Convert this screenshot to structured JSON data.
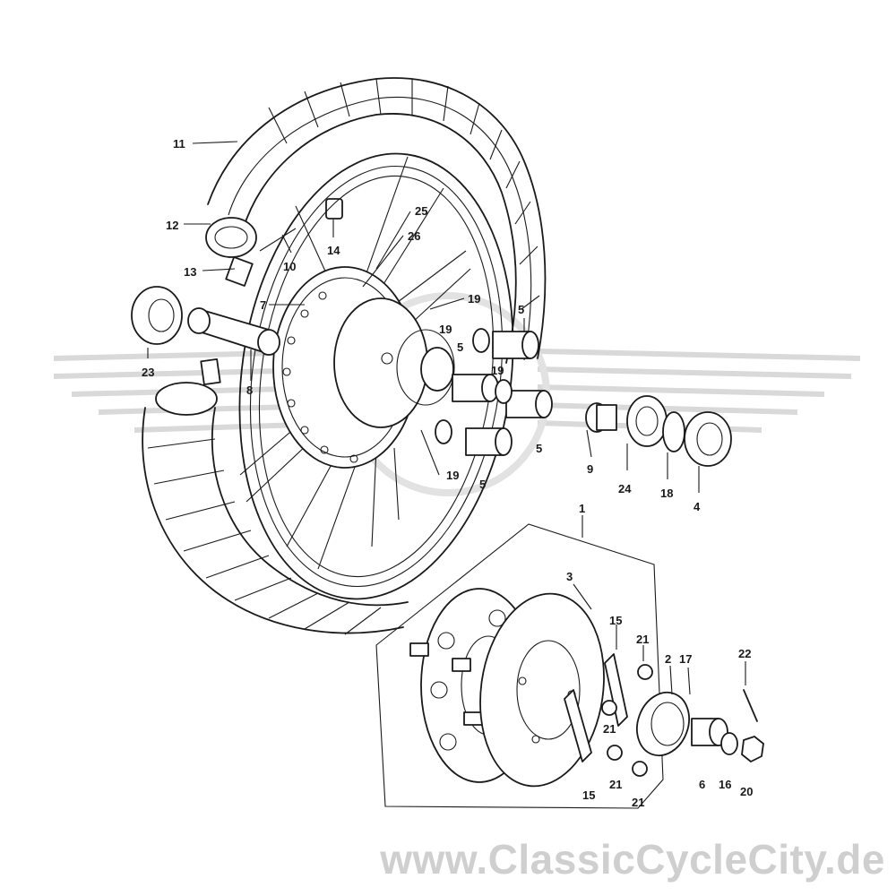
{
  "watermark": "www.ClassicCycleCity.de",
  "colors": {
    "ink": "#1a1a1a",
    "watermark": "#cfcfcf",
    "background": "#ffffff"
  },
  "callouts": [
    {
      "id": "c11a",
      "text": "11"
    },
    {
      "id": "c12",
      "text": "12"
    },
    {
      "id": "c13",
      "text": "13"
    },
    {
      "id": "c10",
      "text": "10"
    },
    {
      "id": "c14",
      "text": "14"
    },
    {
      "id": "c25",
      "text": "25"
    },
    {
      "id": "c26",
      "text": "26"
    },
    {
      "id": "c7",
      "text": "7"
    },
    {
      "id": "c23",
      "text": "23"
    },
    {
      "id": "c8",
      "text": "8"
    },
    {
      "id": "c19a",
      "text": "19"
    },
    {
      "id": "c19b",
      "text": "19"
    },
    {
      "id": "c19c",
      "text": "19"
    },
    {
      "id": "c19d",
      "text": "19"
    },
    {
      "id": "c5a",
      "text": "5"
    },
    {
      "id": "c5b",
      "text": "5"
    },
    {
      "id": "c5c",
      "text": "5"
    },
    {
      "id": "c5d",
      "text": "5"
    },
    {
      "id": "c9",
      "text": "9"
    },
    {
      "id": "c24",
      "text": "24"
    },
    {
      "id": "c18",
      "text": "18"
    },
    {
      "id": "c4",
      "text": "4"
    },
    {
      "id": "c1",
      "text": "1"
    },
    {
      "id": "c3",
      "text": "3"
    },
    {
      "id": "c15a",
      "text": "15"
    },
    {
      "id": "c15b",
      "text": "15"
    },
    {
      "id": "c21a",
      "text": "21"
    },
    {
      "id": "c21b",
      "text": "21"
    },
    {
      "id": "c21c",
      "text": "21"
    },
    {
      "id": "c21d",
      "text": "21"
    },
    {
      "id": "c2",
      "text": "2"
    },
    {
      "id": "c17",
      "text": "17"
    },
    {
      "id": "c22",
      "text": "22"
    },
    {
      "id": "c6",
      "text": "6"
    },
    {
      "id": "c16",
      "text": "16"
    },
    {
      "id": "c20",
      "text": "20"
    }
  ]
}
